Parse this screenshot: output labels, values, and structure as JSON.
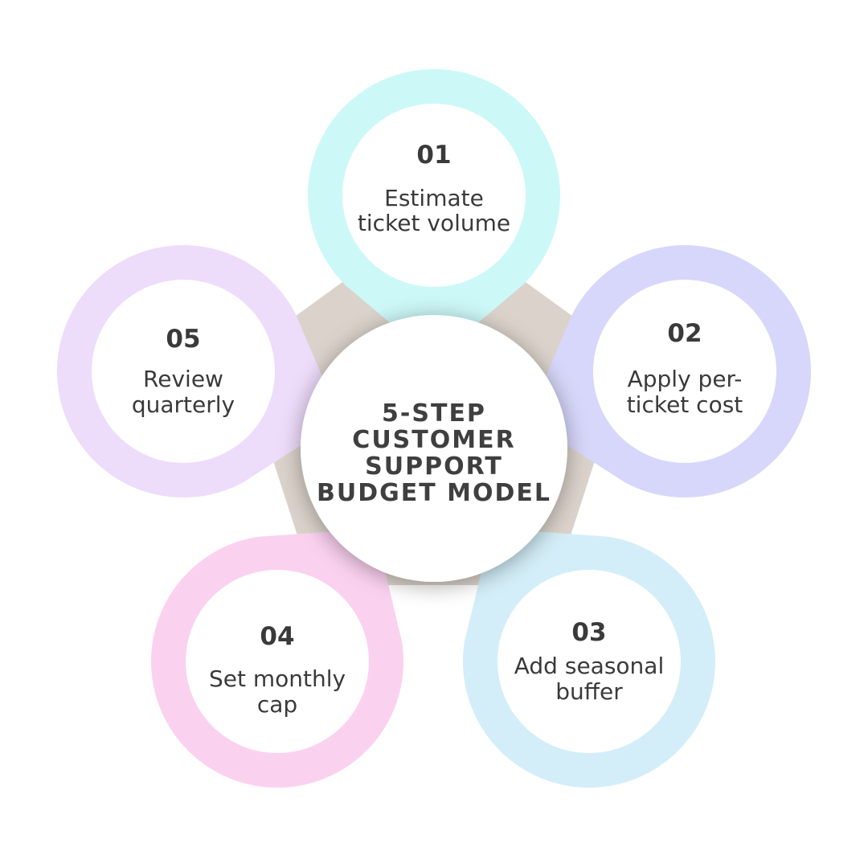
{
  "title": {
    "lines": [
      "5-STEP",
      "CUSTOMER",
      "SUPPORT",
      "BUDGET MODEL"
    ]
  },
  "steps": [
    {
      "number": "01",
      "label_lines": [
        "Estimate",
        "ticket volume"
      ],
      "color": "#cdf8f8"
    },
    {
      "number": "02",
      "label_lines": [
        "Apply per-",
        "ticket cost"
      ],
      "color": "#d7d7fb"
    },
    {
      "number": "03",
      "label_lines": [
        "Add seasonal",
        "buffer"
      ],
      "color": "#d3eef8"
    },
    {
      "number": "04",
      "label_lines": [
        "Set monthly",
        "cap"
      ],
      "color": "#fbd1f0"
    },
    {
      "number": "05",
      "label_lines": [
        "Review",
        "quarterly"
      ],
      "color": "#eedcfb"
    }
  ],
  "colors": {
    "background": "#ffffff",
    "pentagon": "#dbd3cb",
    "center_circle": "#ffffff",
    "text": "#3a3a3a"
  }
}
